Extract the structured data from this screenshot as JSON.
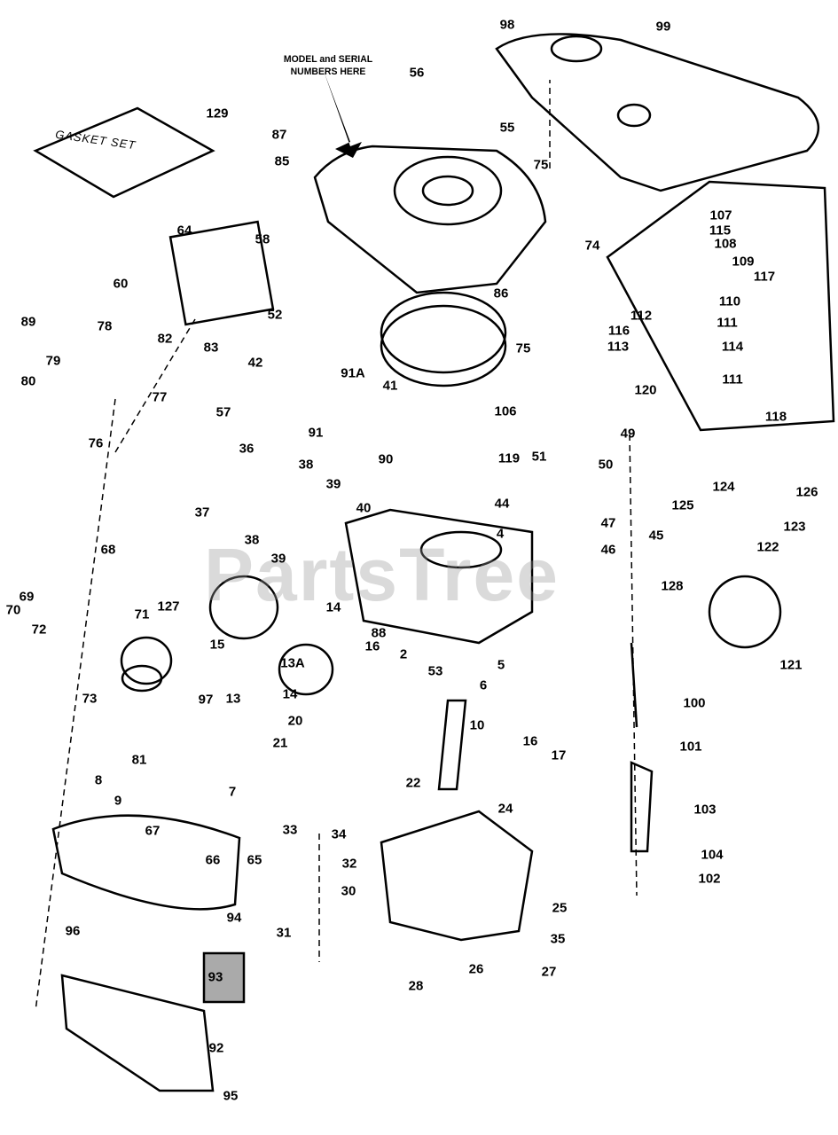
{
  "diagram": {
    "note": "MODEL and SERIAL NUMBERS HERE",
    "gasket_set_label": "GASKET SET",
    "watermark": "PartsTree",
    "part_labels": [
      "98",
      "99",
      "56",
      "55",
      "129",
      "87",
      "85",
      "75",
      "74",
      "64",
      "58",
      "60",
      "52",
      "86",
      "75",
      "107",
      "115",
      "108",
      "109",
      "117",
      "110",
      "112",
      "111",
      "116",
      "113",
      "114",
      "111",
      "120",
      "118",
      "89",
      "78",
      "82",
      "83",
      "79",
      "80",
      "77",
      "76",
      "42",
      "91A",
      "41",
      "106",
      "57",
      "91",
      "49",
      "36",
      "38",
      "39",
      "90",
      "51",
      "50",
      "119",
      "124",
      "126",
      "125",
      "122",
      "123",
      "37",
      "44",
      "40",
      "47",
      "45",
      "4",
      "46",
      "38",
      "39",
      "68",
      "69",
      "70",
      "127",
      "71",
      "128",
      "15",
      "14",
      "88",
      "72",
      "13A",
      "2",
      "53",
      "5",
      "6",
      "13",
      "14",
      "16",
      "121",
      "73",
      "97",
      "20",
      "100",
      "10",
      "21",
      "101",
      "16",
      "17",
      "81",
      "8",
      "7",
      "22",
      "9",
      "103",
      "24",
      "67",
      "33",
      "34",
      "66",
      "65",
      "104",
      "32",
      "102",
      "30",
      "25",
      "96",
      "31",
      "94",
      "35",
      "93",
      "28",
      "26",
      "27",
      "92",
      "95"
    ]
  }
}
